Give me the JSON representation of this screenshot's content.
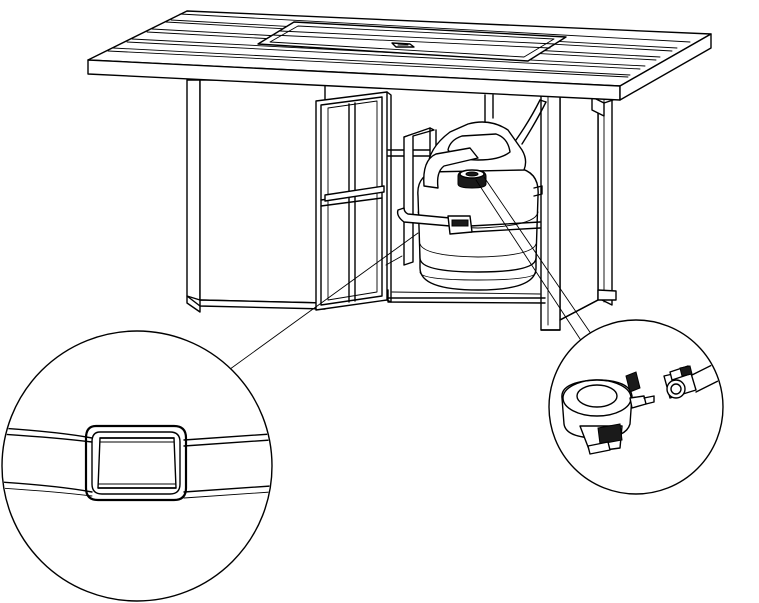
{
  "figure": {
    "background": "#ffffff",
    "line_color": "#000000",
    "parts": [
      {
        "name": "fire-pit-table",
        "icon": "table-icon"
      },
      {
        "name": "cabinet-door",
        "icon": "door-icon"
      },
      {
        "name": "propane-tank",
        "icon": "gas-tank-icon"
      },
      {
        "name": "tank-strap",
        "icon": "strap-icon"
      },
      {
        "name": "pressure-regulator",
        "icon": "regulator-icon"
      },
      {
        "name": "gas-hose",
        "icon": "hose-icon"
      }
    ],
    "callouts": [
      {
        "name": "strap-buckle-detail",
        "icon": "magnifier-circle-icon"
      },
      {
        "name": "regulator-connection-detail",
        "icon": "magnifier-circle-icon"
      }
    ]
  }
}
